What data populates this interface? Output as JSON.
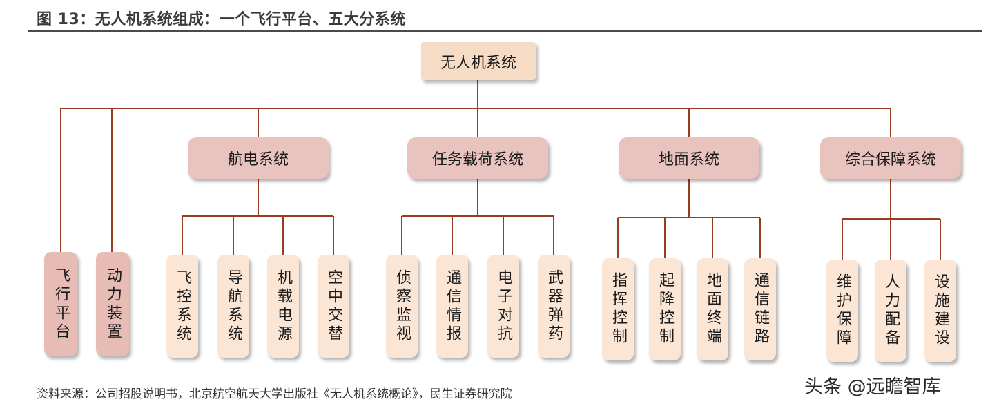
{
  "header": {
    "title": "图 13：无人机系统组成：一个飞行平台、五大分系统"
  },
  "footer": {
    "source": "资料来源：公司招股说明书，北京航空航天大学出版社《无人机系统概论》，民生证券研究院",
    "watermark": "头条 @远瞻智库"
  },
  "colors": {
    "line": "#9a3b22",
    "root_fill": "#f6dcc4",
    "subsystem_fill": "#e9c3bd",
    "leaf_light_fill": "#fbe6d6",
    "leaf_dark_fill": "#e6bcb4"
  },
  "diagram": {
    "root": "无人机系统",
    "direct_children": [
      "飞行平台",
      "动力装置"
    ],
    "subsystems": [
      {
        "label": "航电系统",
        "children": [
          "飞控系统",
          "导航系统",
          "机载电源",
          "空中交替"
        ]
      },
      {
        "label": "任务载荷系统",
        "children": [
          "侦察监视",
          "通信情报",
          "电子对抗",
          "武器弹药"
        ]
      },
      {
        "label": "地面系统",
        "children": [
          "指挥控制",
          "起降控制",
          "地面终端",
          "通信链路"
        ]
      },
      {
        "label": "综合保障系统",
        "children": [
          "维护保障",
          "人力配备",
          "设施建设"
        ]
      }
    ]
  }
}
